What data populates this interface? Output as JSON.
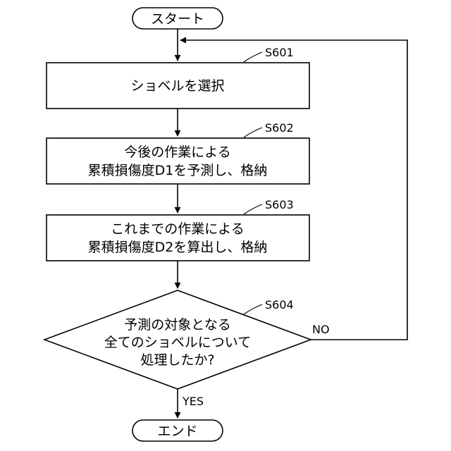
{
  "start": {
    "label": "スタート"
  },
  "end": {
    "label": "エンド"
  },
  "steps": [
    {
      "id": "S601",
      "lines": [
        "ショベルを選択"
      ]
    },
    {
      "id": "S602",
      "lines": [
        "今後の作業による",
        "累積損傷度D1を予測し、格納"
      ]
    },
    {
      "id": "S603",
      "lines": [
        "これまでの作業による",
        "累積損傷度D2を算出し、格納"
      ]
    }
  ],
  "decision": {
    "id": "S604",
    "lines": [
      "予測の対象となる",
      "全てのショベルについて",
      "処理したか?"
    ],
    "yes_label": "YES",
    "no_label": "NO"
  }
}
